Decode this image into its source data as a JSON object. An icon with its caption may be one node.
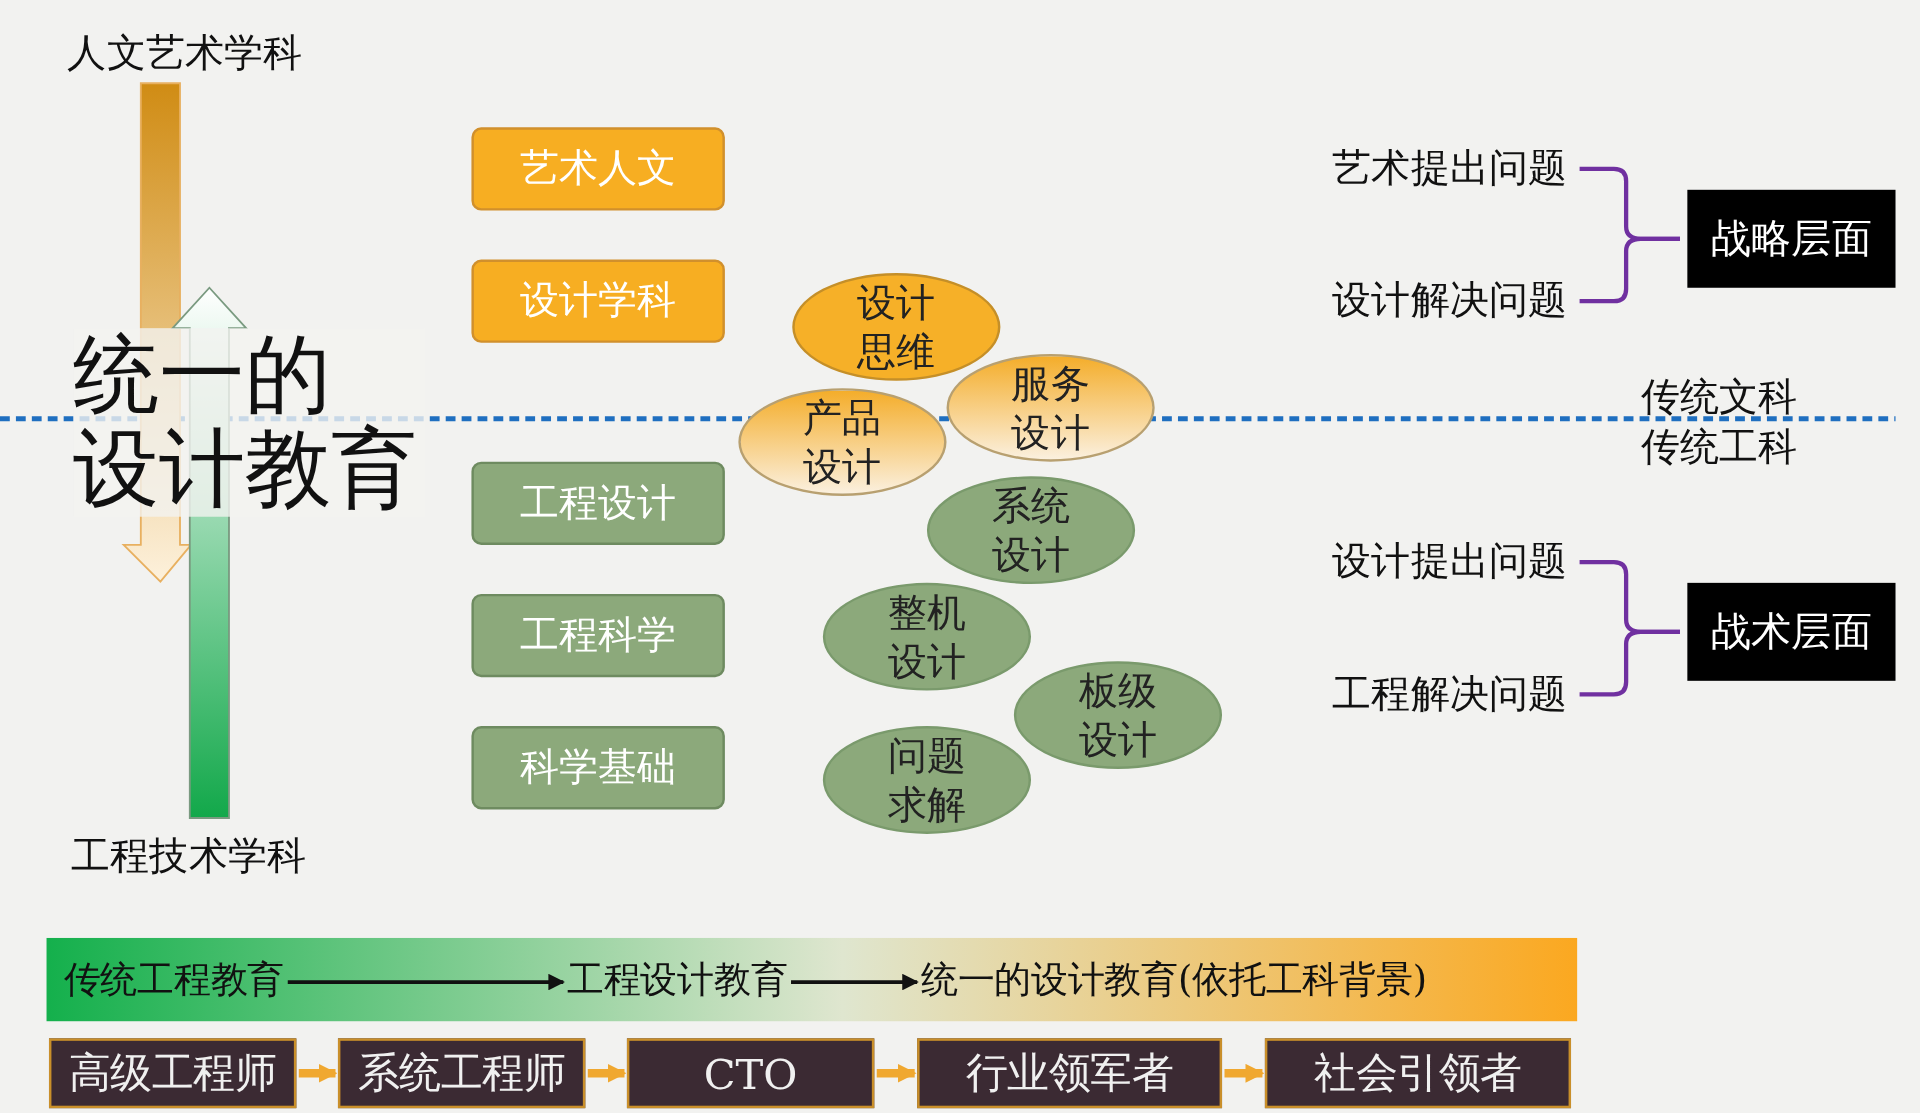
{
  "diagram": {
    "nodes": [
      {
        "text": [
          "艺术人文"
        ]
      },
      {
        "text": [
          "设计学科"
        ]
      },
      {
        "text": [
          "工程设计"
        ]
      },
      {
        "text": [
          "工程科学"
        ]
      },
      {
        "text": [
          "科学基础"
        ]
      },
      {
        "text": [
          "设计思维"
        ]
      },
      {
        "text": [
          "服务设计"
        ]
      },
      {
        "text": [
          "产品设计"
        ]
      },
      {
        "text": [
          "系统设计"
        ]
      },
      {
        "text": [
          "整机设计"
        ]
      },
      {
        "text": [
          "板级设计"
        ]
      },
      {
        "text": [
          "问题求解"
        ]
      },
      {
        "text": [
          "艺术提出问题"
        ]
      },
      {
        "text": [
          "设计解决问题"
        ]
      },
      {
        "text": [
          "战略层面"
        ]
      },
      {
        "text": [
          "设计提出问题"
        ]
      },
      {
        "text": [
          "工程解决问题"
        ]
      },
      {
        "text": [
          "战术层面"
        ]
      },
      {
        "text": [],
        "shape": "bar"
      },
      {
        "text": [
          "传统工程教育"
        ],
        "in": 18
      },
      {
        "text": [
          "工程设计教育"
        ],
        "in": 18
      },
      {
        "text": [
          "统一的设计教育(依托工科背景)"
        ],
        "in": 18
      },
      {
        "text": [
          "高级工程师"
        ]
      },
      {
        "text": [
          "系统工程师"
        ]
      },
      {
        "text": [
          "CTO"
        ]
      },
      {
        "text": [
          "行业领军者"
        ]
      },
      {
        "text": [
          "社会引领者"
        ]
      }
    ],
    "edges": [
      {
        "from": 12,
        "to": 14,
        "arrow": "none",
        "color": "#7030a0"
      },
      {
        "from": 13,
        "to": 14,
        "arrow": "none",
        "color": "#7030a0"
      },
      {
        "from": 15,
        "to": 17,
        "arrow": "none",
        "color": "#7030a0"
      },
      {
        "from": 16,
        "to": 17,
        "arrow": "none",
        "color": "#7030a0"
      },
      {
        "from": 19,
        "to": 20,
        "arrow": "to",
        "color": "#111111"
      },
      {
        "from": 20,
        "to": 21,
        "arrow": "to",
        "color": "#111111"
      },
      {
        "from": 22,
        "to": 23,
        "arrow": "to",
        "style": "thick",
        "color": "#f0a830"
      },
      {
        "from": 23,
        "to": 24,
        "arrow": "to",
        "style": "thick",
        "color": "#f0a830"
      },
      {
        "from": 24,
        "to": 25,
        "arrow": "to",
        "style": "thick",
        "color": "#f0a830"
      },
      {
        "from": 25,
        "to": 26,
        "arrow": "to",
        "style": "thick",
        "color": "#f0a830"
      }
    ],
    "labels": [
      "人文艺术学科",
      "统一的设计教育",
      "工程技术学科",
      "传统文科",
      "传统工科"
    ]
  }
}
